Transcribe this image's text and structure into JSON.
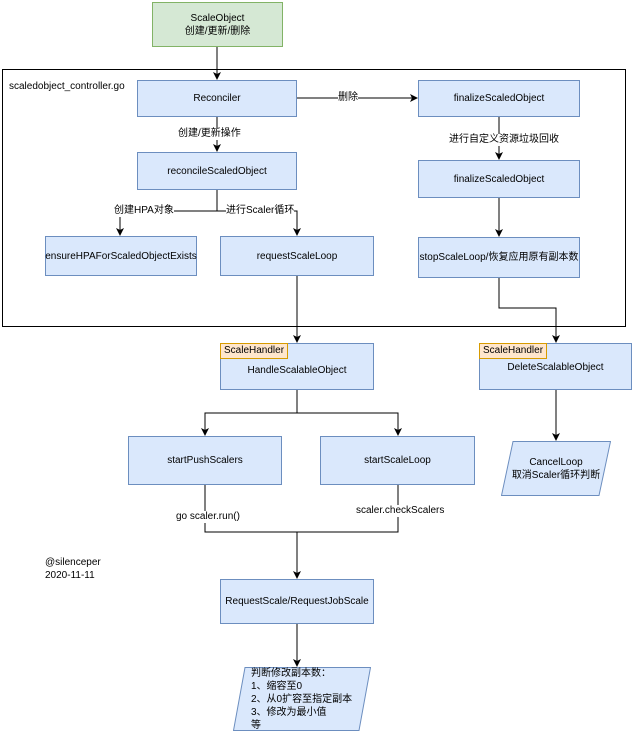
{
  "diagram": {
    "container": {
      "title": "scaledobject_controller.go"
    },
    "nodes": {
      "scaledobject": {
        "line1": "ScaleObject",
        "line2": "创建/更新/删除"
      },
      "reconciler": "Reconciler",
      "finalize_top": "finalizeScaledObject",
      "reconcile_so": "reconcileScaledObject",
      "finalize_mid": "finalizeScaledObject",
      "ensure_hpa": "ensureHPAForScaledObjectExists",
      "request_loop": "requestScaleLoop",
      "stop_loop": "stopScaleLoop/恢复应用原有副本数",
      "handle_scalable": "HandleScalableObject",
      "delete_scalable": "DeleteScalableObject",
      "start_push": "startPushScalers",
      "start_loop": "startScaleLoop",
      "request_scale": "RequestScale/RequestJobScale"
    },
    "tags": {
      "handler_left": "ScaleHandler",
      "handler_right": "ScaleHandler"
    },
    "parallelograms": {
      "cancel_loop": {
        "line1": "CancelLoop",
        "line2": "取消Scaler循环判断"
      },
      "judge": {
        "line1": "判断修改副本数：",
        "line2": "1、缩容至0",
        "line3": "2、从0扩容至指定副本",
        "line4": "3、修改为最小值",
        "line5": "等"
      }
    },
    "edge_labels": {
      "delete": "删除",
      "create_update": "创建/更新操作",
      "gc": "进行自定义资源垃圾回收",
      "create_hpa": "创建HPA对象",
      "scaler_loop": "进行Scaler循环",
      "go_run": "go scaler.run()",
      "check_scalers": "scaler.checkScalers"
    },
    "author": {
      "name": "@silenceper",
      "date": "2020-11-11"
    }
  }
}
